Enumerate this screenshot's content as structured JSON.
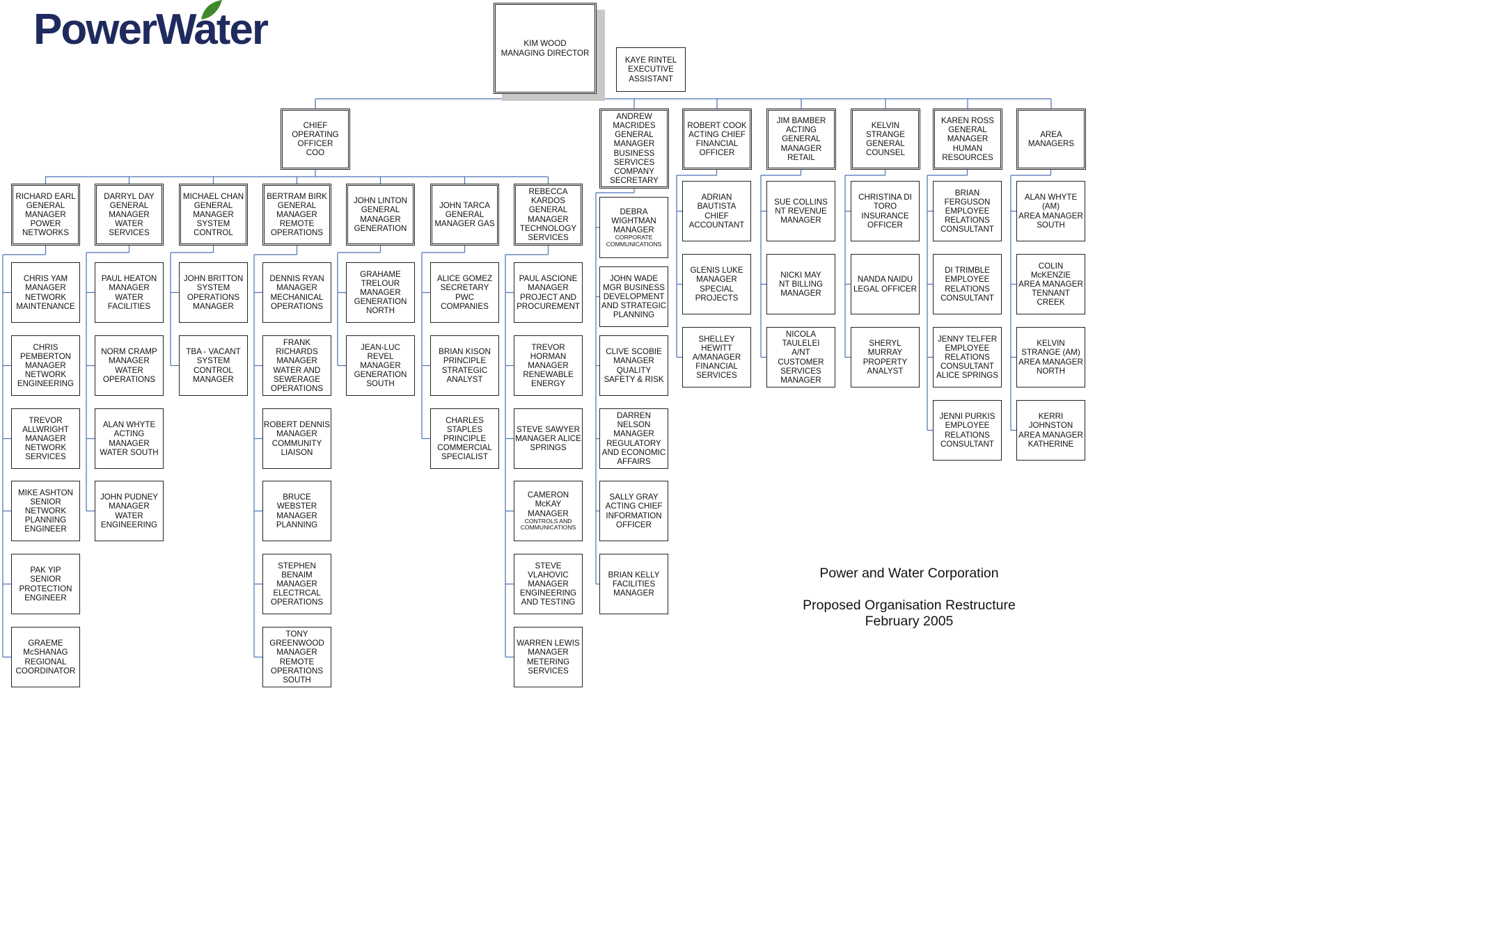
{
  "logo": {
    "text": "PowerWater",
    "leaf_color": "#3f8a2a",
    "text_color": "#1f2a5e"
  },
  "caption": {
    "line1": "Power and Water Corporation",
    "line2": "Proposed Organisation Restructure",
    "line3": "February 2005"
  },
  "connector_color": "#4a6fb5",
  "nodes": {
    "md": "KIM WOOD\nMANAGING DIRECTOR",
    "ea": "KAYE RINTEL\nEXECUTIVE\nASSISTANT",
    "coo": "CHIEF\nOPERATING\nOFFICER\nCOO",
    "amac": "ANDREW\nMACRIDES\nGENERAL\nMANAGER\nBUSINESS\nSERVICES\nCOMPANY\nSECRETARY",
    "rcook": "ROBERT COOK\nACTING CHIEF\nFINANCIAL\nOFFICER",
    "jbam": "JIM BAMBER\nACTING\nGENERAL\nMANAGER\nRETAIL",
    "kstr": "KELVIN\nSTRANGE\nGENERAL\nCOUNSEL",
    "kross": "KAREN ROSS\nGENERAL\nMANAGER\nHUMAN\nRESOURCES",
    "area": "AREA\nMANAGERS",
    "rearl": "RICHARD EARL\nGENERAL\nMANAGER\nPOWER\nNETWORKS",
    "dday": "DARRYL DAY\nGENERAL\nMANAGER\nWATER\nSERVICES",
    "mchan": "MICHAEL CHAN\nGENERAL\nMANAGER\nSYSTEM\nCONTROL",
    "bbirk": "BERTRAM BIRK\nGENERAL\nMANAGER\nREMOTE\nOPERATIONS",
    "jlinton": "JOHN LINTON\nGENERAL\nMANAGER\nGENERATION",
    "jtarca": "JOHN TARCA\nGENERAL\nMANAGER GAS",
    "rkardos": "REBECCA\nKARDOS\nGENERAL\nMANAGER\nTECHNOLOGY\nSERVICES",
    "c1": [
      "CHRIS YAM\nMANAGER\nNETWORK\nMAINTENANCE",
      "CHRIS\nPEMBERTON\nMANAGER\nNETWORK\nENGINEERING",
      "TREVOR\nALLWRIGHT\nMANAGER\nNETWORK\nSERVICES",
      "MIKE ASHTON\nSENIOR\nNETWORK\nPLANNING\nENGINEER",
      "PAK YIP\nSENIOR\nPROTECTION\nENGINEER",
      "GRAEME\nMcSHANAG\nREGIONAL\nCOORDINATOR"
    ],
    "c2": [
      "PAUL HEATON\nMANAGER\nWATER\nFACILITIES",
      "NORM CRAMP\nMANAGER\nWATER\nOPERATIONS",
      "ALAN WHYTE\nACTING\nMANAGER\nWATER SOUTH",
      "JOHN PUDNEY\nMANAGER\nWATER\nENGINEERING"
    ],
    "c3": [
      "JOHN BRITTON\nSYSTEM\nOPERATIONS\nMANAGER",
      "TBA - VACANT\nSYSTEM\nCONTROL\nMANAGER"
    ],
    "c4": [
      "DENNIS RYAN\nMANAGER\nMECHANICAL\nOPERATIONS",
      "FRANK\nRICHARDS\nMANAGER\nWATER AND\nSEWERAGE\nOPERATIONS",
      "ROBERT DENNIS\nMANAGER\nCOMMUNITY\nLIAISON",
      "BRUCE\nWEBSTER\nMANAGER\nPLANNING",
      "STEPHEN\nBENAIM\nMANAGER\nELECTRCAL\nOPERATIONS",
      "TONY\nGREENWOOD\nMANAGER\nREMOTE\nOPERATIONS\nSOUTH"
    ],
    "c5": [
      "GRAHAME\nTRELOUR\nMANAGER\nGENERATION\nNORTH",
      "JEAN-LUC REVEL\nMANAGER\nGENERATION\nSOUTH"
    ],
    "c6": [
      "ALICE GOMEZ\nSECRETARY\nPWC COMPANIES",
      "BRIAN KISON\nPRINCIPLE\nSTRATEGIC\nANALYST",
      "CHARLES\nSTAPLES\nPRINCIPLE\nCOMMERCIAL\nSPECIALIST"
    ],
    "c7": [
      "PAUL ASCIONE\nMANAGER\nPROJECT AND\nPROCUREMENT",
      "TREVOR\nHORMAN\nMANAGER\nRENEWABLE\nENERGY",
      "STEVE SAWYER\nMANAGER ALICE\nSPRINGS",
      "CAMERON\nMcKAY\nMANAGER",
      "STEVE VLAHOVIC\nMANAGER\nENGINEERING\nAND TESTING",
      "WARREN LEWIS\nMANAGER\nMETERING\nSERVICES"
    ],
    "c7_small": "CONTROLS AND\nCOMMUNICATIONS",
    "c8": [
      "DEBRA\nWIGHTMAN\nMANAGER",
      "JOHN WADE\nMGR BUSINESS\nDEVELOPMENT\nAND STRATEGIC\nPLANNING",
      "CLIVE SCOBIE\nMANAGER\nQUALITY\nSAFETY & RISK",
      "DARREN NELSON\nMANAGER\nREGULATORY\nAND ECONOMIC\nAFFAIRS",
      "SALLY GRAY\nACTING CHIEF\nINFORMATION\nOFFICER",
      "BRIAN KELLY\nFACILITIES\nMANAGER"
    ],
    "c8_small": "CORPORATE\nCOMMUNICATIONS",
    "c9": [
      "ADRIAN\nBAUTISTA\nCHIEF\nACCOUNTANT",
      "GLENIS LUKE\nMANAGER\nSPECIAL\nPROJECTS",
      "SHELLEY HEWITT\nA/MANAGER\nFINANCIAL\nSERVICES"
    ],
    "c10": [
      "SUE COLLINS\nNT REVENUE\nMANAGER",
      "NICKI MAY\nNT BILLING\nMANAGER",
      "NICOLA\nTAULELEI\nA/NT CUSTOMER\nSERVICES\nMANAGER"
    ],
    "c11": [
      "CHRISTINA DI\nTORO\nINSURANCE\nOFFICER",
      "NANDA NAIDU\nLEGAL OFFICER",
      "SHERYL MURRAY\nPROPERTY\nANALYST"
    ],
    "c12": [
      "BRIAN\nFERGUSON\nEMPLOYEE\nRELATIONS\nCONSULTANT",
      "DI TRIMBLE\nEMPLOYEE\nRELATIONS\nCONSULTANT",
      "JENNY TELFER\nEMPLOYEE\nRELATIONS\nCONSULTANT\nALICE SPRINGS",
      "JENNI PURKIS\nEMPLOYEE\nRELATIONS\nCONSULTANT"
    ],
    "c13": [
      "ALAN WHYTE\n(AM)\nAREA MANAGER\nSOUTH",
      "COLIN McKENZIE\nAREA MANAGER\nTENNANT CREEK",
      "KELVIN\nSTRANGE (AM)\nAREA MANAGER\nNORTH",
      "KERRI\nJOHNSTON\nAREA MANAGER\nKATHERINE"
    ]
  }
}
